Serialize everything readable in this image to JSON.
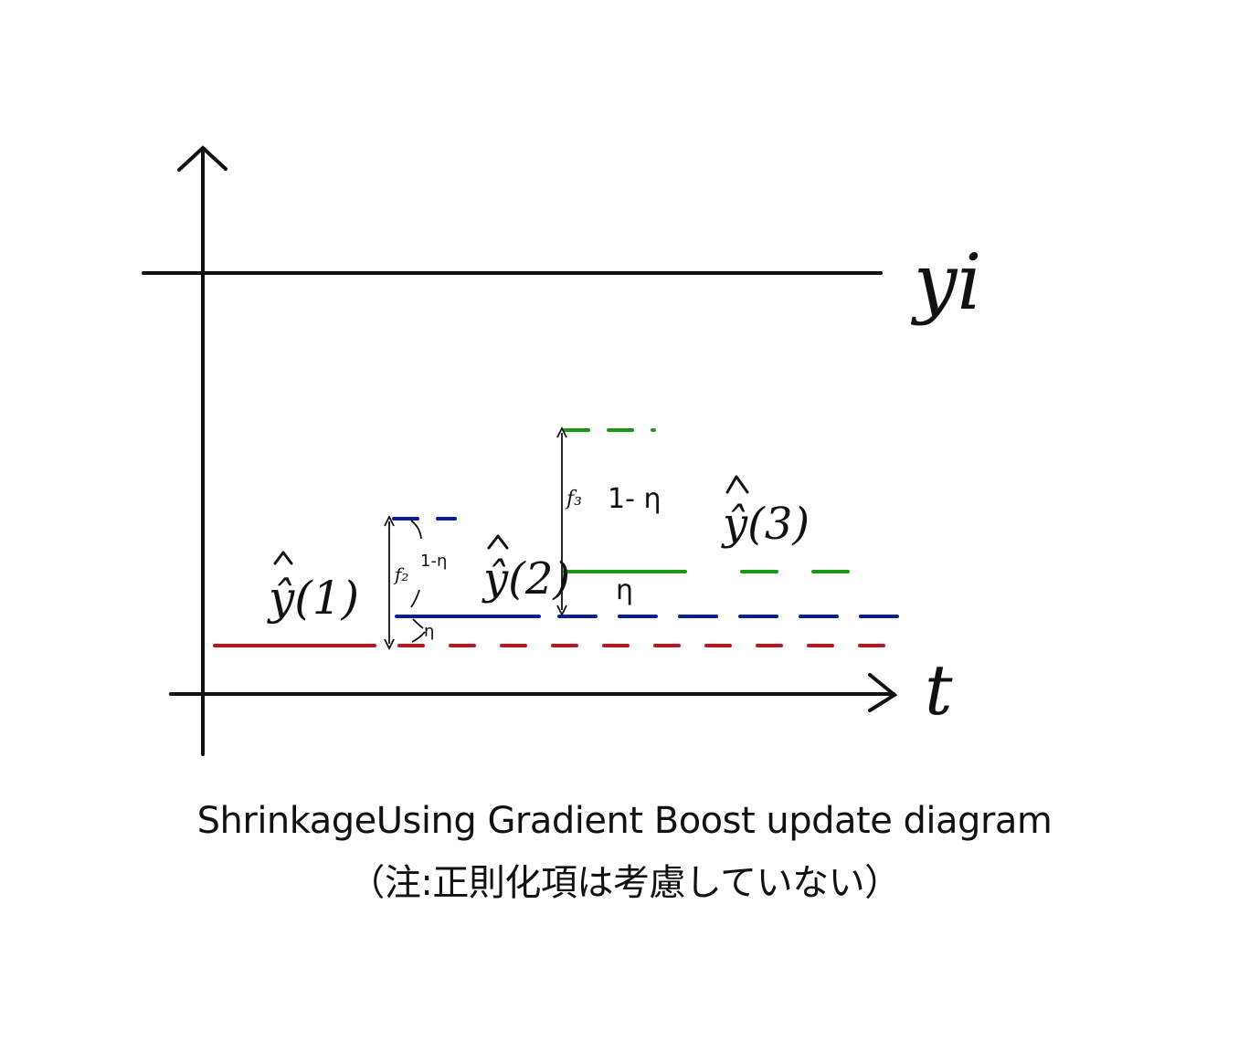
{
  "colors": {
    "axis": "#111111",
    "red": "#c0141c",
    "blue": "#0b1f95",
    "green": "#1e9616"
  },
  "labels": {
    "yi": "yi",
    "t": "t",
    "y1": "ŷ(1)",
    "y2": "ŷ(2)",
    "y3": "ŷ(3)",
    "f2": "f₂",
    "f3": "f₃",
    "one_minus_eta_small": "1-η",
    "eta_small": "η",
    "one_minus_eta": "1- η",
    "eta": "η"
  },
  "caption": {
    "line1": "ShrinkageUsing Gradient Boost update diagram",
    "line2": "（注:正則化項は考慮していない）"
  }
}
